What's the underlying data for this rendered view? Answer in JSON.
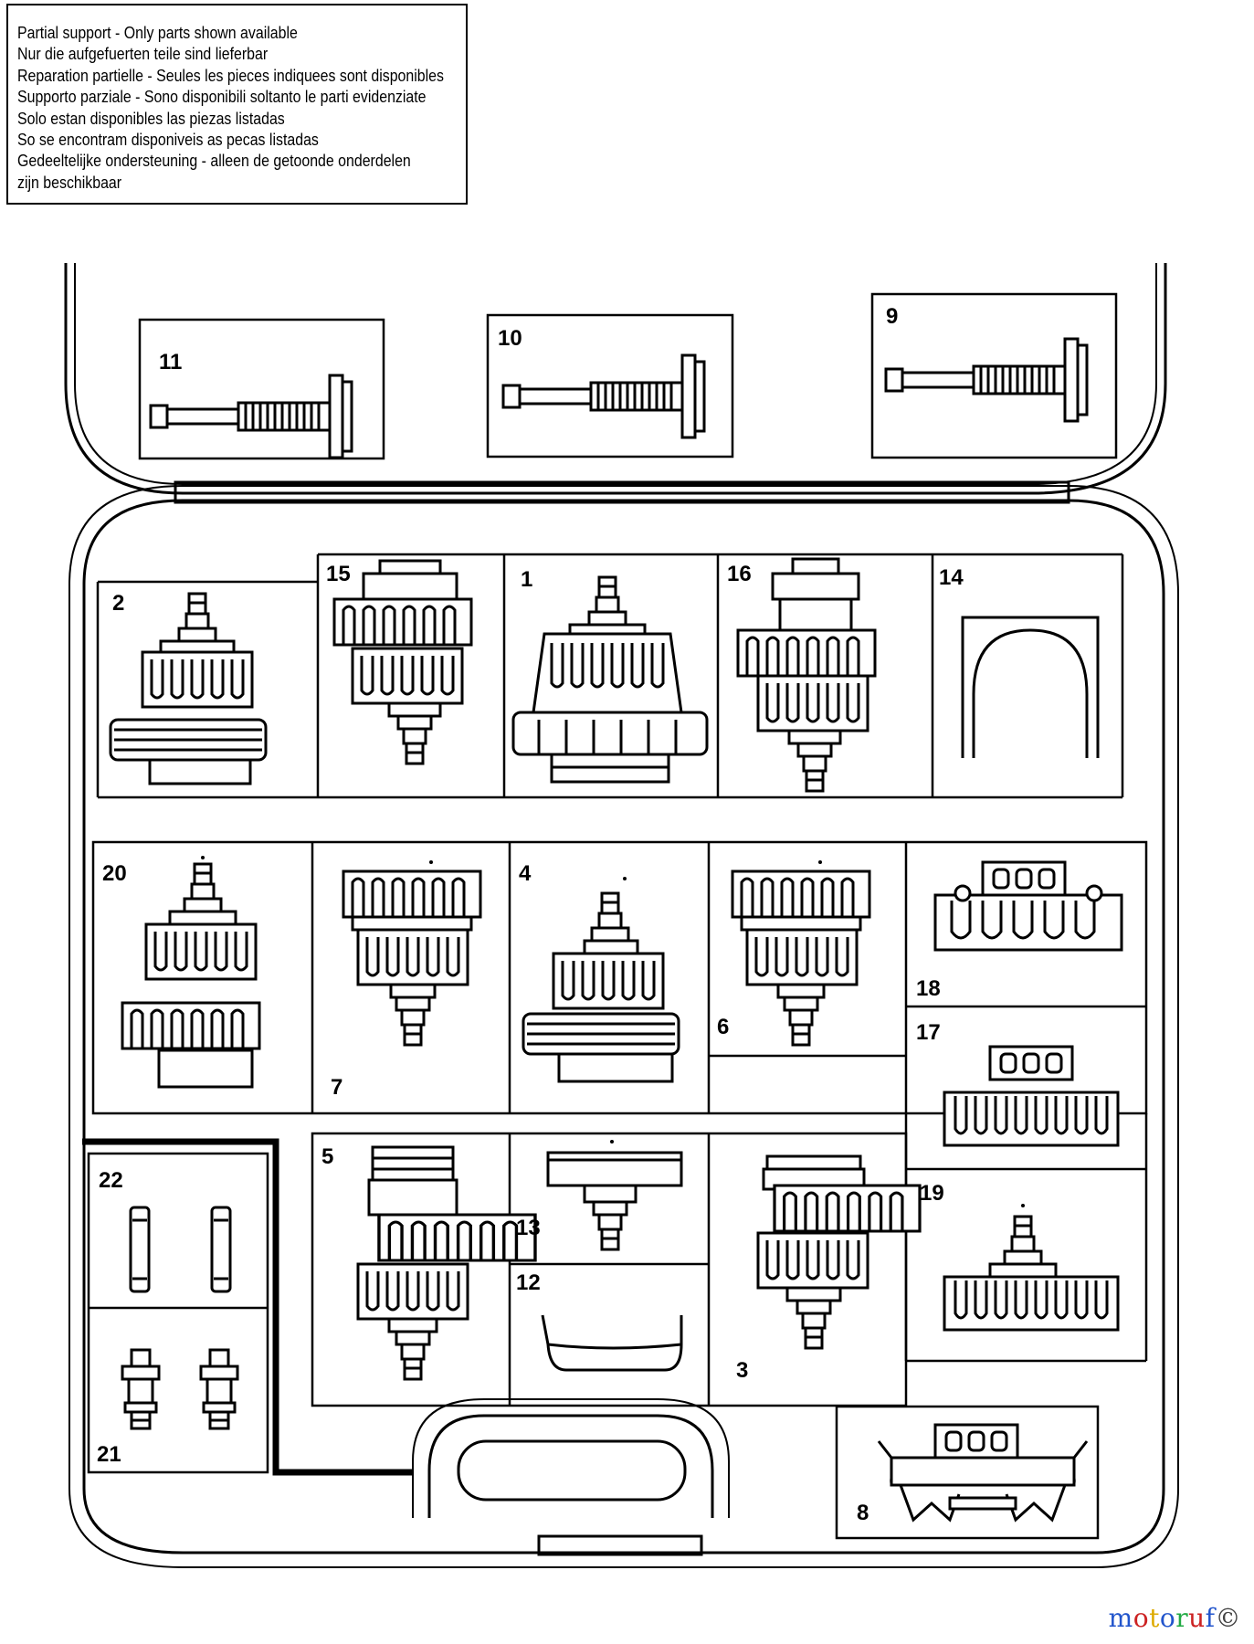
{
  "notice": {
    "lines": [
      "Partial support - Only parts shown available",
      "Nur die aufgefuerten teile sind lieferbar",
      "Reparation partielle - Seules les pieces indiquees sont disponibles",
      "Supporto parziale - Sono disponibili soltanto le parti evidenziate",
      "Solo estan disponibles las piezas listadas",
      "So se encontram disponiveis as pecas listadas",
      "Gedeeltelijke ondersteuning - alleen de getoonde onderdelen",
      "zijn beschikbaar"
    ]
  },
  "parts": {
    "p1": "1",
    "p2": "2",
    "p3": "3",
    "p4": "4",
    "p5": "5",
    "p6": "6",
    "p7": "7",
    "p8": "8",
    "p9": "9",
    "p10": "10",
    "p11": "11",
    "p12": "12",
    "p13": "13",
    "p14": "14",
    "p15": "15",
    "p16": "16",
    "p17": "17",
    "p18": "18",
    "p19": "19",
    "p20": "20",
    "p21": "21",
    "p22": "22"
  },
  "watermark": {
    "letters": [
      "m",
      "o",
      "t",
      "o",
      "r",
      "u",
      "f",
      "©"
    ],
    "colors": [
      "#2255cc",
      "#cc2222",
      "#ddaa00",
      "#2255cc",
      "#22aa44",
      "#cc2222",
      "#2255cc",
      "#444444"
    ]
  }
}
